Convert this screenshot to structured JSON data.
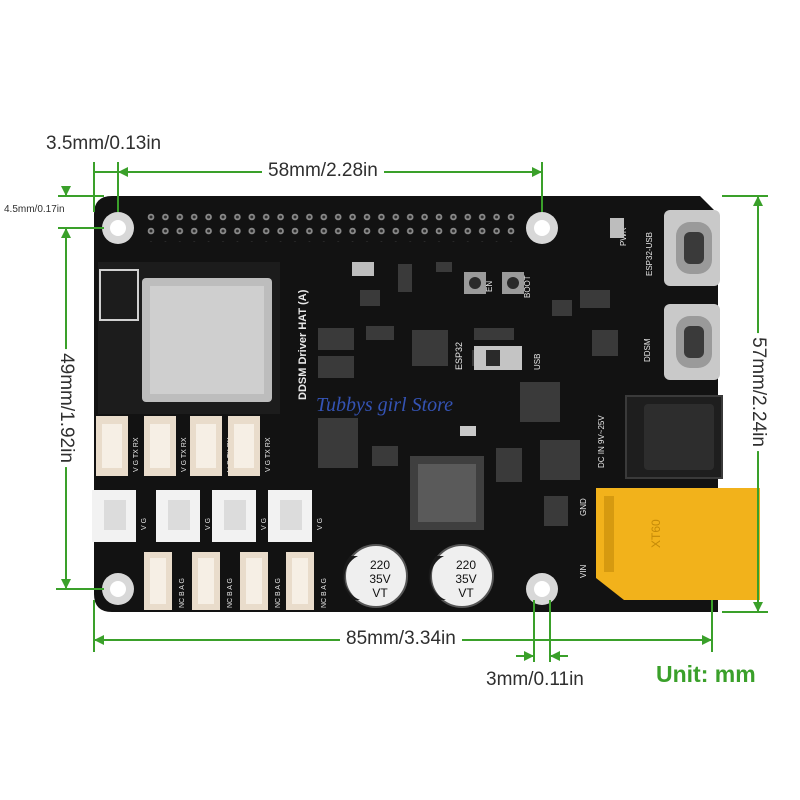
{
  "dimensions": {
    "hole_offset_x": "3.5mm/0.13in",
    "hole_offset_y": "4.5mm/0.17in",
    "hole_spacing_x": "58mm/2.28in",
    "hole_spacing_y": "49mm/1.92in",
    "board_height": "57mm/2.24in",
    "board_width": "85mm/3.34in",
    "hole_diameter": "3mm/0.11in"
  },
  "unit": "Unit: mm",
  "watermark": "Tubbys girl Store",
  "board": {
    "name": "DDSM Driver HAT (A)",
    "chip": "ESP32",
    "labels": {
      "pwr": "PWR",
      "esp32_usb": "ESP32-USB",
      "ddsm": "DDSM",
      "en": "EN",
      "boot": "BOOT",
      "usb": "USB",
      "dc_in": "DC IN 9V~25V",
      "gnd": "GND",
      "vin": "VIN"
    },
    "uart_pins": "V G TX RX",
    "servo_pins": "V G",
    "motor_pins": "NC B A G",
    "capacitor_lines": [
      "220",
      "35V",
      "VT"
    ],
    "xt60_text": "XT60"
  },
  "colors": {
    "board": "#121212",
    "dimension_line": "#3aa02a",
    "text": "#2f2f2f",
    "connector_white": "#f2f2f2",
    "connector_beige": "#e9dccb",
    "xt60": "#f2b21b"
  }
}
